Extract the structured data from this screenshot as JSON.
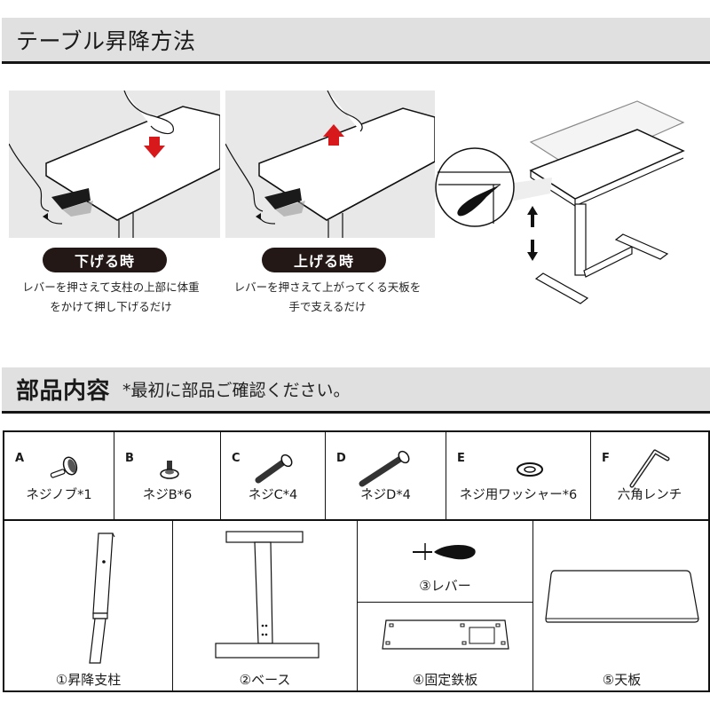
{
  "section1": {
    "title": "テーブル昇降方法"
  },
  "lowering": {
    "badge": "下げる時",
    "caption_line1": "レバーを押さえて支柱の上部に体重",
    "caption_line2": "をかけて押し下げるだけ",
    "arrow_color": "#d7191c"
  },
  "raising": {
    "badge": "上げる時",
    "caption_line1": "レバーを押さえて上がってくる天板を",
    "caption_line2": "手で支えるだけ",
    "arrow_color": "#d7191c"
  },
  "section2": {
    "title": "部品内容",
    "note": "*最初に部品ご確認ください。"
  },
  "hardware": [
    {
      "letter": "A",
      "label": "ネジノブ*1",
      "icon": "thumb-screw-icon"
    },
    {
      "letter": "B",
      "label": "ネジB*6",
      "icon": "screw-b-icon"
    },
    {
      "letter": "C",
      "label": "ネジC*4",
      "icon": "bolt-c-icon"
    },
    {
      "letter": "D",
      "label": "ネジD*4",
      "icon": "bolt-d-icon"
    },
    {
      "letter": "E",
      "label": "ネジ用ワッシャー*6",
      "icon": "washer-icon"
    },
    {
      "letter": "F",
      "label": "六角レンチ",
      "icon": "hex-wrench-icon"
    }
  ],
  "components": [
    {
      "label": "①昇降支柱",
      "icon": "lift-column-icon"
    },
    {
      "label": "②ベース",
      "icon": "base-icon"
    },
    {
      "label": "③レバー",
      "icon": "lever-icon"
    },
    {
      "label": "④固定鉄板",
      "icon": "fixing-plate-icon"
    },
    {
      "label": "⑤天板",
      "icon": "tabletop-icon"
    }
  ],
  "colors": {
    "header_bg": "#e0e0e0",
    "header_rule": "#151515",
    "badge_bg": "#231815",
    "illustration_bg": "#e8e8e8"
  }
}
